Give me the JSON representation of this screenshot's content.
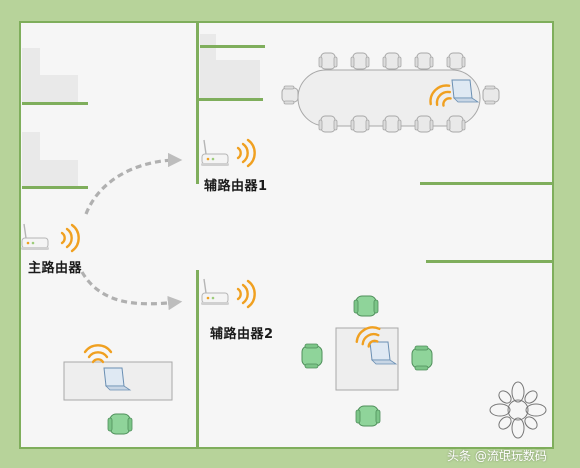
{
  "labels": {
    "main_router": "主路由器",
    "sub_router_1": "辅路由器1",
    "sub_router_2": "辅路由器2"
  },
  "watermark": "头条 @流氓玩数码",
  "colors": {
    "outer_frame": "#b7d39a",
    "wall": "#7fae5c",
    "floor": "#f6f6f6",
    "furniture": "#e6e6e6",
    "chair_green": "#8fd49a",
    "wifi_orange": "#f0a020"
  }
}
